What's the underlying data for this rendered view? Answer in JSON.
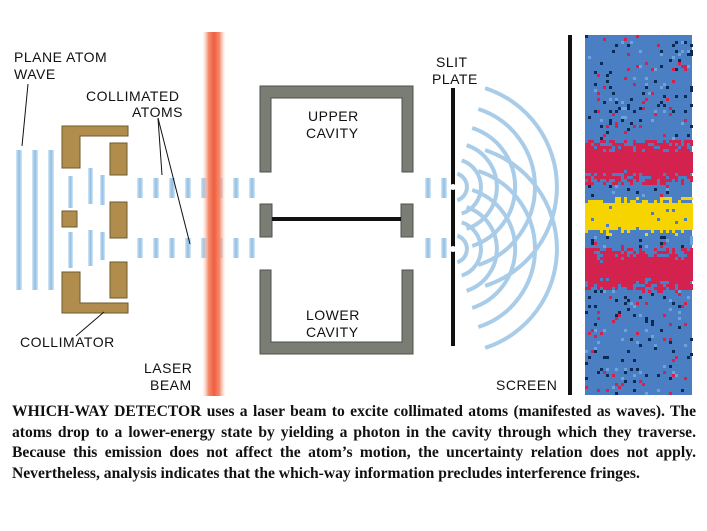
{
  "labels": {
    "plane_atom_wave": [
      "PLANE ATOM",
      "WAVE"
    ],
    "collimated_atoms": [
      "COLLIMATED",
      "ATOMS"
    ],
    "collimator": "COLLIMATOR",
    "laser_beam": [
      "LASER",
      "BEAM"
    ],
    "upper_cavity": [
      "UPPER",
      "CAVITY"
    ],
    "lower_cavity": [
      "LOWER",
      "CAVITY"
    ],
    "slit_plate": [
      "SLIT",
      "PLATE"
    ],
    "screen": "SCREEN"
  },
  "caption": "WHICH-WAY DETECTOR uses a laser beam to excite collimated atoms (manifested as waves). The atoms drop to a lower-energy state by yielding a photon in the cavity through which they traverse. Because this emission does not affect the atom’s motion, the uncertainty relation does not apply. Nevertheless, analysis indicates that the which-way information precludes interference fringes.",
  "colors": {
    "wave": "#9fc6e6",
    "collimator": "#b08d4c",
    "cavity": "#7a7d74",
    "laser": "#f06a4e",
    "screen_blue": "#4a7fc3",
    "screen_red": "#d4224e",
    "screen_yellow": "#f5d400"
  }
}
